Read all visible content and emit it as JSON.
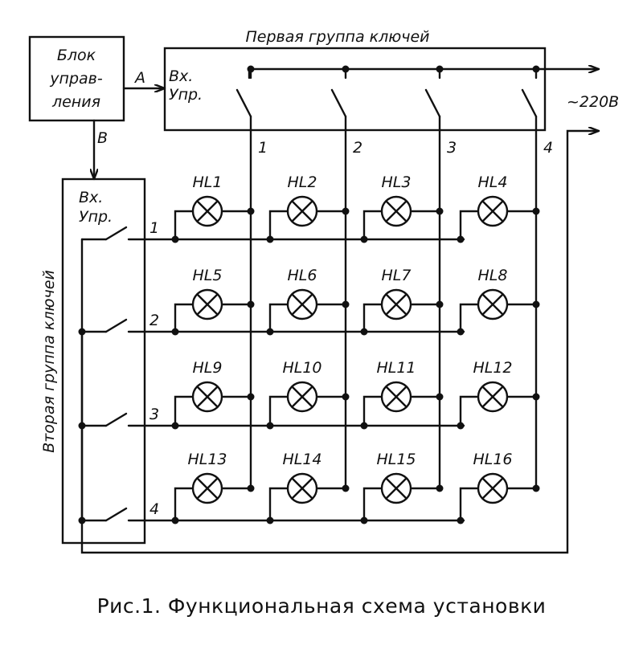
{
  "control_block": {
    "line1": "Блок",
    "line2": "управ-",
    "line3": "ления"
  },
  "link_a": "A",
  "link_b": "B",
  "group1": {
    "title": "Первая группа ключей",
    "input_line1": "Вх.",
    "input_line2": "Упр."
  },
  "group2": {
    "title": "Вторая группа ключей",
    "input_line1": "Вх.",
    "input_line2": "Упр."
  },
  "supply_label": "~220В",
  "column_labels": [
    "1",
    "2",
    "3",
    "4"
  ],
  "row_labels": [
    "1",
    "2",
    "3",
    "4"
  ],
  "lamps": [
    "HL1",
    "HL2",
    "HL3",
    "HL4",
    "HL5",
    "HL6",
    "HL7",
    "HL8",
    "HL9",
    "HL10",
    "HL11",
    "HL12",
    "HL13",
    "HL14",
    "HL15",
    "HL16"
  ],
  "caption": "Рис.1. Функциональная схема установки"
}
